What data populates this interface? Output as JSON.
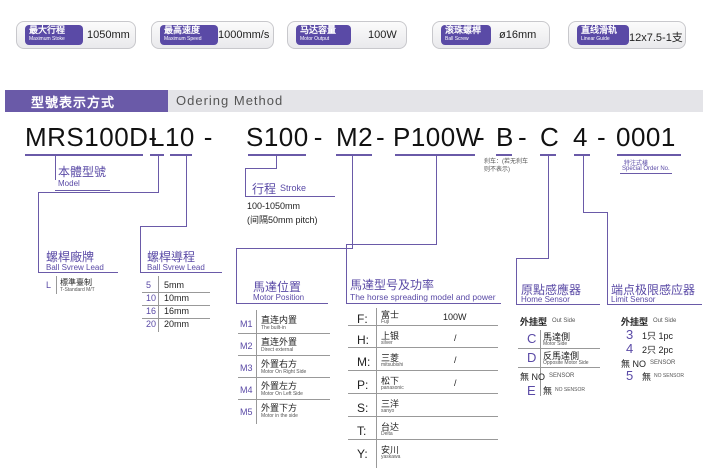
{
  "specs": [
    {
      "cn": "最大行程",
      "en": "Maximum Stoke",
      "value": "1050mm"
    },
    {
      "cn": "最高速度",
      "en": "Maximum Speed",
      "value": "1000mm/s"
    },
    {
      "cn": "马达容量",
      "en": "Motor Output",
      "value": "100W"
    },
    {
      "cn": "滚珠螺桿",
      "en": "Ball Screw",
      "value": "ø16mm"
    },
    {
      "cn": "直线滑轨",
      "en": "Linear Guide",
      "value": "12x7.5-1支"
    }
  ],
  "header": {
    "zh": "型號表示方式",
    "en": "Odering Method"
  },
  "code": {
    "p1": "MRS100D-",
    "p2": "L10",
    "p3": " - ",
    "p4": "S100",
    "p5": " -",
    "p6": "M2",
    "p7": "-",
    "p8": "P100W",
    "p9": "-",
    "p10": "B",
    "p11": "-",
    "p12": "C",
    "p13": "4",
    "p14": "-",
    "p15": "0001"
  },
  "model": {
    "zh": "本體型號",
    "en": "Model"
  },
  "stroke": {
    "zh": "行程",
    "en": "Stroke",
    "range": "100-1050mm",
    "pitch": "(间隔50mm pitch)"
  },
  "brake_note": "刹车：(若无刹车则不表示)",
  "special": {
    "zh": "特注式樣",
    "en": "Special Order No."
  },
  "lead_maker": {
    "zh": "螺桿廠牌",
    "en": "Ball Svrew Lead",
    "key": "L",
    "val": "標準臺制",
    "sub": "T-Standard M/T"
  },
  "lead": {
    "zh": "螺桿導程",
    "en": "Ball Svrew Lead",
    "rows": [
      {
        "k": "5",
        "v": "5mm"
      },
      {
        "k": "10",
        "v": "10mm"
      },
      {
        "k": "16",
        "v": "16mm"
      },
      {
        "k": "20",
        "v": "20mm"
      }
    ]
  },
  "motor_pos": {
    "zh": "馬達位置",
    "en": "Motor Position",
    "rows": [
      {
        "k": "M1",
        "v": "直连内置",
        "s": "The built-in"
      },
      {
        "k": "M2",
        "v": "直连外置",
        "s": "Direct external"
      },
      {
        "k": "M3",
        "v": "外置右方",
        "s": "Motor On Right Side"
      },
      {
        "k": "M4",
        "v": "外置左方",
        "s": "Motor On Left Side"
      },
      {
        "k": "M5",
        "v": "外置下方",
        "s": "Motor in the side"
      }
    ]
  },
  "power": {
    "zh": "馬達型号及功率",
    "en": "The horse spreading model and power",
    "rows": [
      {
        "k": "F:",
        "v": "富士",
        "s": "Fuji",
        "p": "100W"
      },
      {
        "k": "H:",
        "v": "上银",
        "s": "silver",
        "p": "/"
      },
      {
        "k": "M:",
        "v": "三菱",
        "s": "mitsubishi",
        "p": "/"
      },
      {
        "k": "P:",
        "v": "松下",
        "s": "panasonic",
        "p": "/"
      },
      {
        "k": "S:",
        "v": "三洋",
        "s": "sanyo",
        "p": ""
      },
      {
        "k": "T:",
        "v": "台达",
        "s": "Delta",
        "p": ""
      },
      {
        "k": "Y:",
        "v": "安川",
        "s": "yaskawa",
        "p": ""
      }
    ]
  },
  "home": {
    "zh": "原點感應器",
    "en": "Home Sensor",
    "title": "外挂型",
    "title_en": "Out Side",
    "rows": [
      {
        "k": "C",
        "v": "馬達側",
        "s": "Motor Side"
      },
      {
        "k": "D",
        "v": "反馬達側",
        "s": "Opposite Motor Side"
      }
    ],
    "no": "無 NO",
    "no_en": "SENSOR",
    "e": "E",
    "e_v": "無",
    "e_en": "NO SENSOR"
  },
  "limit": {
    "zh": "端点极限感应器",
    "en": "Limit Sensor",
    "title": "外挂型",
    "title_en": "Out Side",
    "rows": [
      {
        "k": "3",
        "v": "1只 1pc"
      },
      {
        "k": "4",
        "v": "2只 2pc"
      }
    ],
    "no": "無 NO",
    "no_en": "SENSOR",
    "five": "5",
    "five_v": "無",
    "five_en": "NO SENSOR"
  }
}
